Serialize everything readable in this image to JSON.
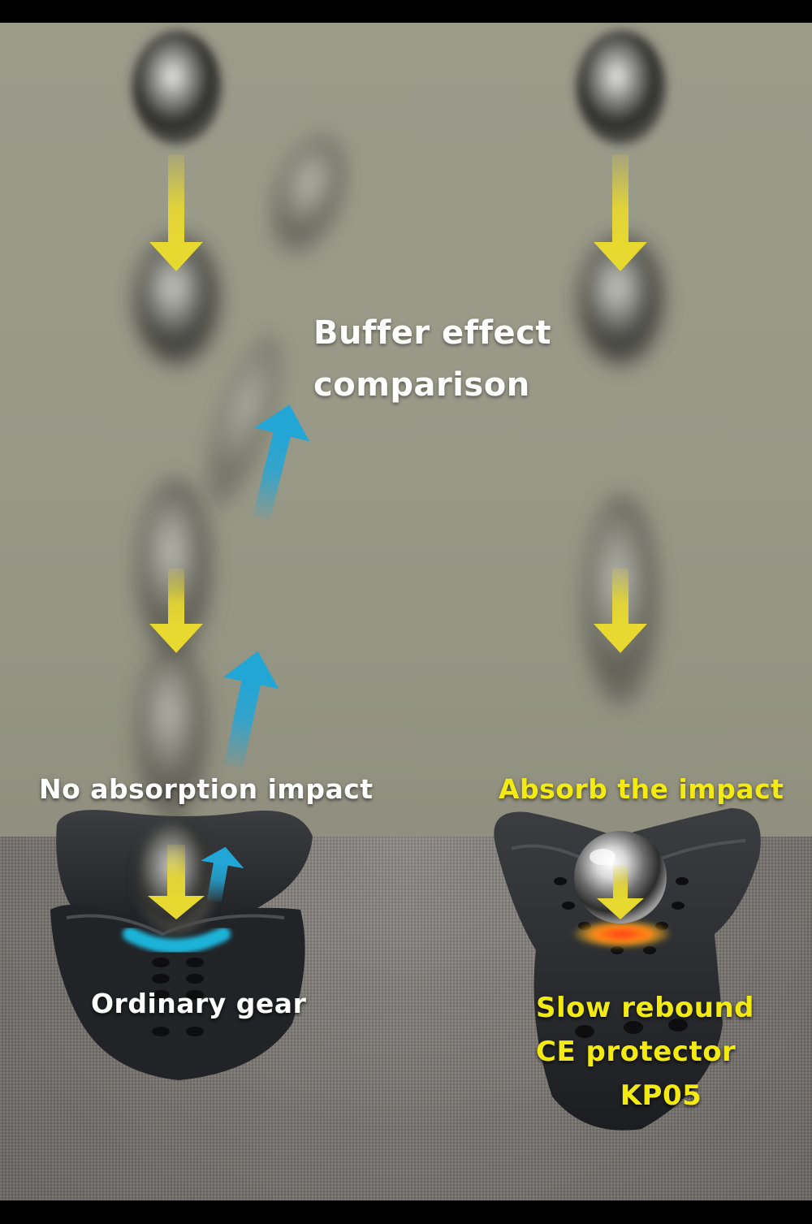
{
  "title": {
    "line1": "Buffer effect",
    "line2": "comparison"
  },
  "left": {
    "top_label": "No absorption impact",
    "bottom_label": "Ordinary gear"
  },
  "right": {
    "top_label": "Absorb the impact",
    "bottom_line1": "Slow rebound",
    "bottom_line2": "CE protector",
    "bottom_line3": "KP05"
  },
  "colors": {
    "yellow_arrow": "#e8d930",
    "blue_arrow": "#22a6d6",
    "label_yellow": "#f2ea12",
    "label_white": "#ffffff",
    "impact_blue": "#1fb3d8",
    "impact_orange": "#ff5a1a"
  }
}
